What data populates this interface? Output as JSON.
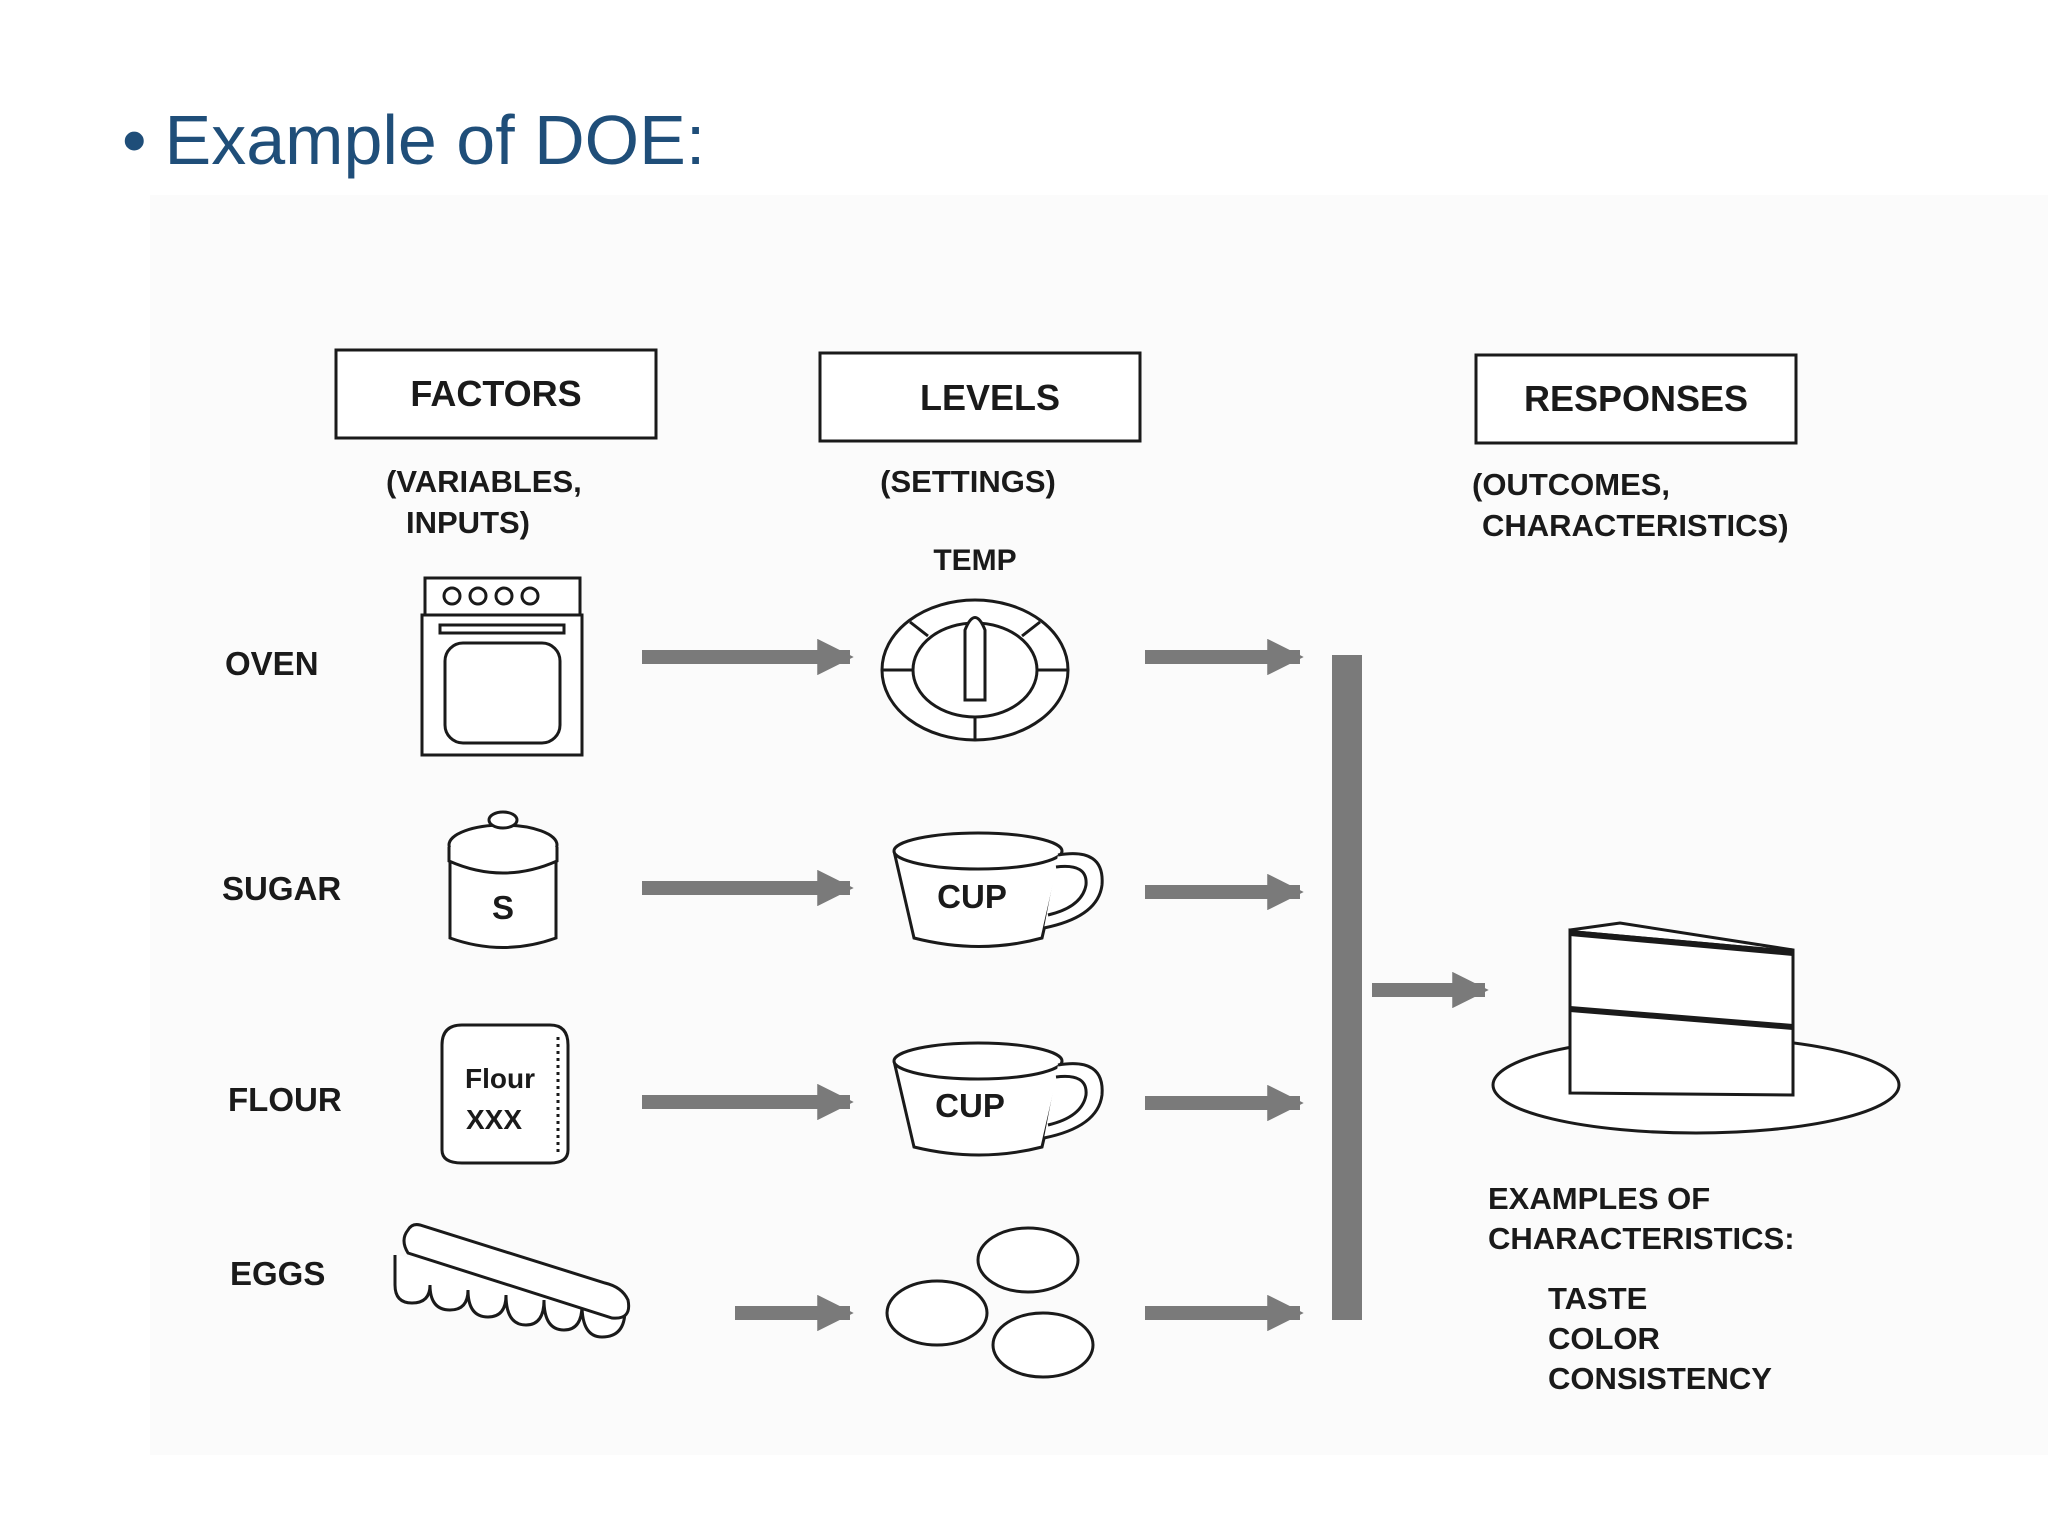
{
  "slide": {
    "bullet": "•",
    "title": "Example of DOE:"
  },
  "columns": {
    "factors": {
      "title": "FACTORS",
      "sub1": "(VARIABLES,",
      "sub2": "INPUTS)"
    },
    "levels": {
      "title": "LEVELS",
      "sub1": "(SETTINGS)"
    },
    "responses": {
      "title": "RESPONSES",
      "sub1": "(OUTCOMES,",
      "sub2": "CHARACTERISTICS)"
    }
  },
  "rows": {
    "oven": {
      "label": "OVEN",
      "level_label": "TEMP"
    },
    "sugar": {
      "label": "SUGAR",
      "jar_label": "S",
      "level_label": "CUP"
    },
    "flour": {
      "label": "FLOUR",
      "bag_line1": "Flour",
      "bag_line2": "XXX",
      "level_label": "CUP"
    },
    "eggs": {
      "label": "EGGS"
    }
  },
  "characteristics": {
    "heading1": "EXAMPLES OF",
    "heading2": "CHARACTERISTICS:",
    "items": [
      "TASTE",
      "COLOR",
      "CONSISTENCY"
    ]
  },
  "colors": {
    "title": "#1f4e79",
    "arrow": "#7a7a7a",
    "line": "#1a1a1a"
  }
}
